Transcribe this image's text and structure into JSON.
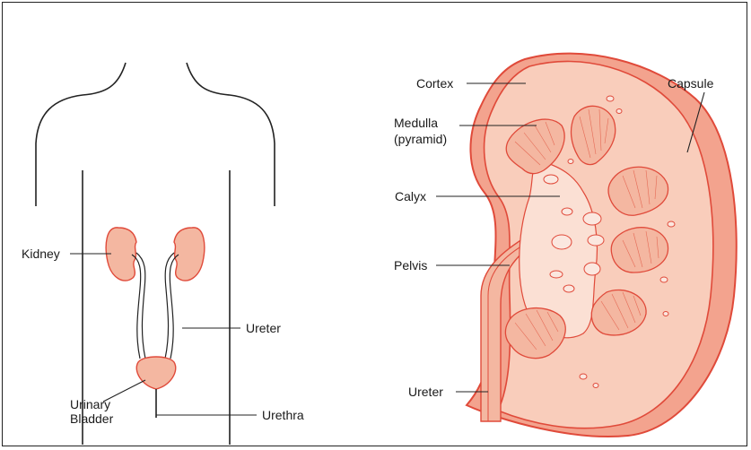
{
  "figure": {
    "body_labels": {
      "kidney": "Kidney",
      "ureter": "Ureter",
      "urinary": "Urinary",
      "bladder": "Bladder",
      "urethra": "Urethra"
    },
    "kidney_labels": {
      "cortex": "Cortex",
      "medulla": "Medulla",
      "pyramid": "(pyramid)",
      "calyx": "Calyx",
      "pelvis": "Pelvis",
      "ureter": "Ureter",
      "capsule": "Capsule"
    },
    "colors": {
      "organ_fill": "#f4b7a1",
      "organ_light": "#f9d5c6",
      "organ_stroke": "#e04a3a",
      "capsule_fill": "#f3a38e",
      "outline": "#222222"
    }
  }
}
